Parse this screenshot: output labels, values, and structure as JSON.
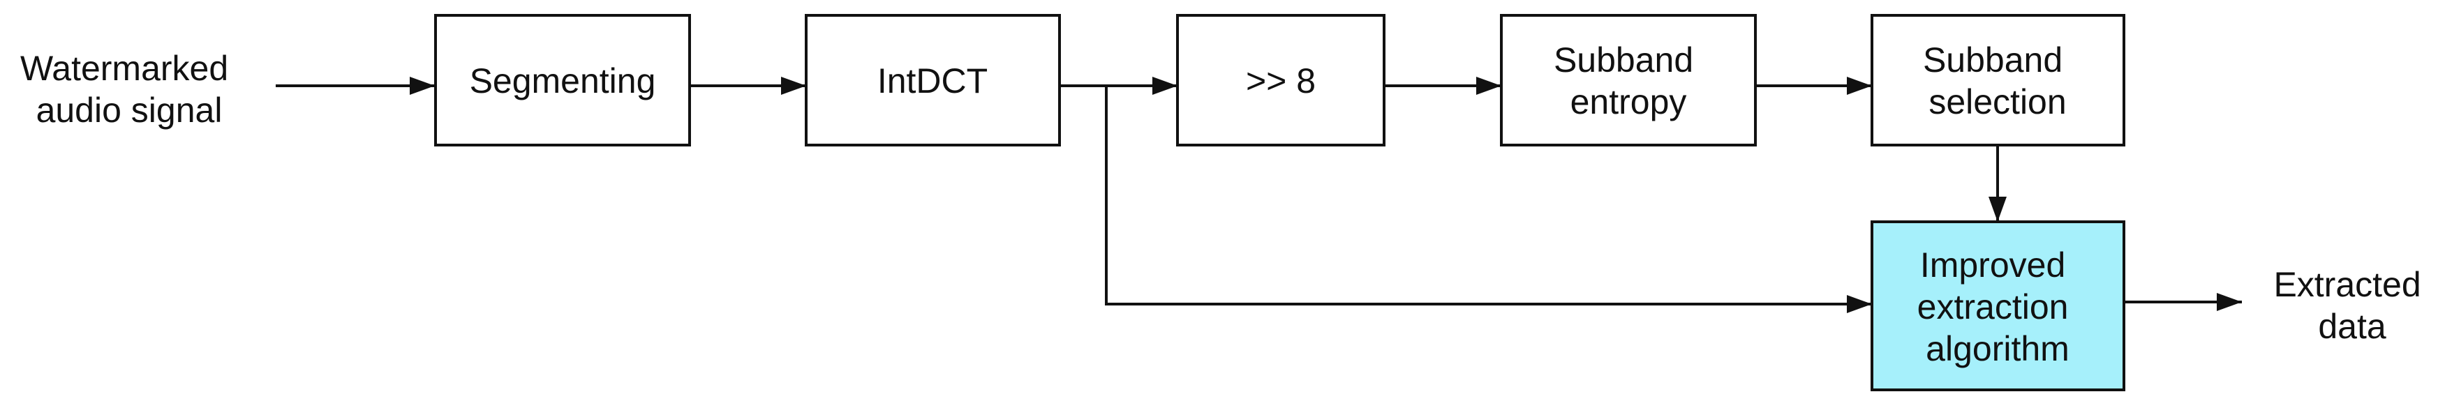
{
  "diagram": {
    "input_label": [
      "Watermarked",
      "audio signal"
    ],
    "output_label": [
      "Extracted",
      "data"
    ],
    "blocks": {
      "segmenting": [
        "Segmenting"
      ],
      "intdct": [
        "IntDCT"
      ],
      "shift": [
        ">> 8"
      ],
      "subband_entropy": [
        "Subband",
        "entropy"
      ],
      "subband_selection": [
        "Subband",
        "selection"
      ],
      "improved_extraction": [
        "Improved",
        "extraction",
        "algorithm"
      ]
    },
    "colors": {
      "stroke": "#111111",
      "box_fill": "#ffffff",
      "highlight_fill": "#a6f0fb",
      "text": "#111111"
    }
  }
}
